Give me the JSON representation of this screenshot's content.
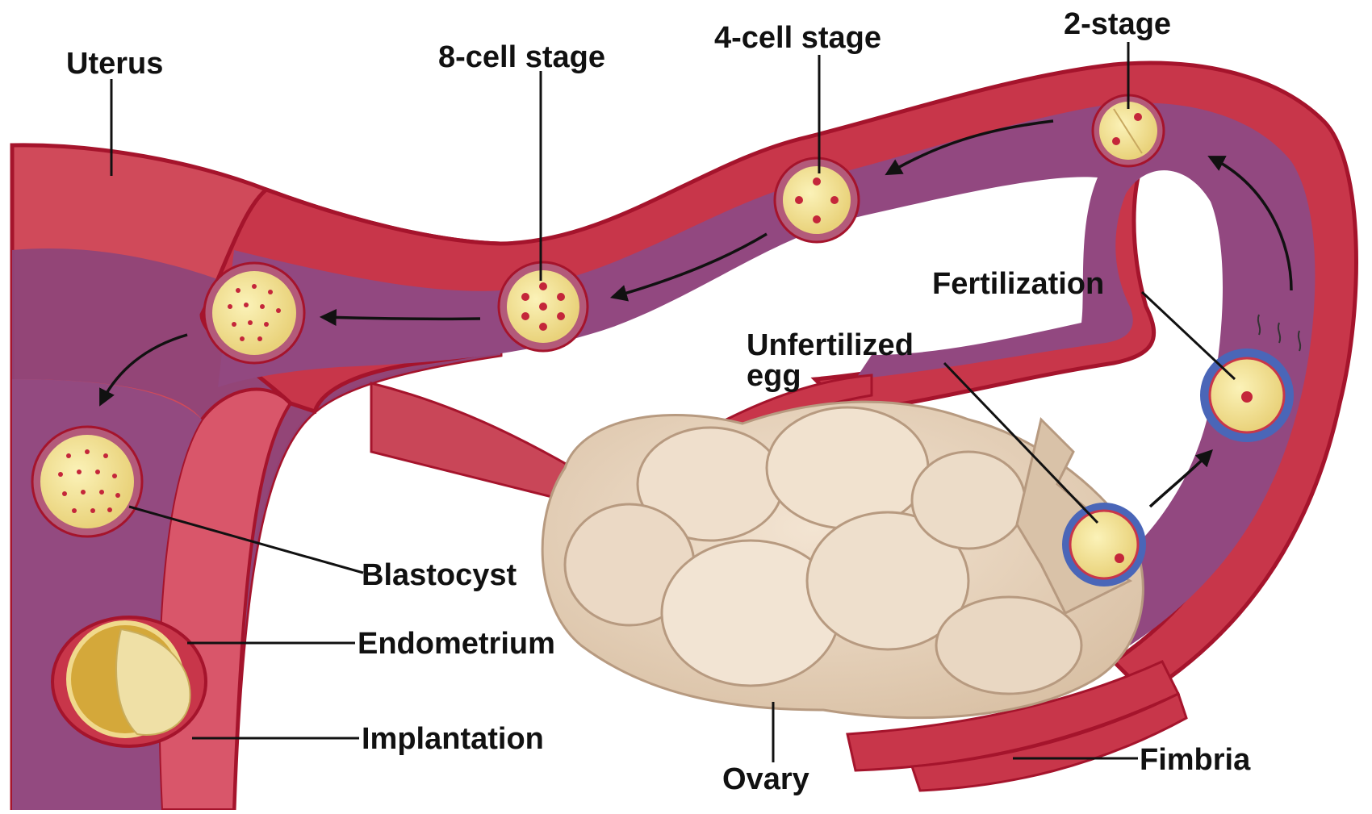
{
  "labels": {
    "uterus": "Uterus",
    "eight_cell": "8-cell stage",
    "four_cell": "4-cell stage",
    "two_stage": "2-stage",
    "fertilization": "Fertilization",
    "unfertilized_line1": "Unfertilized",
    "unfertilized_line2": "egg",
    "blastocyst": "Blastocyst",
    "endometrium": "Endometrium",
    "implantation": "Implantation",
    "ovary": "Ovary",
    "fimbria": "Fimbria"
  },
  "colors": {
    "tissue_red": "#c8364a",
    "tissue_outline": "#a5142c",
    "tube_lumen": "#93487f",
    "ovary": "#ead7c1",
    "cell_yellow": "#f6e79a",
    "nucleus_red": "#c4263a",
    "corona_blue": "#4a66b8",
    "arrow": "#111111"
  }
}
